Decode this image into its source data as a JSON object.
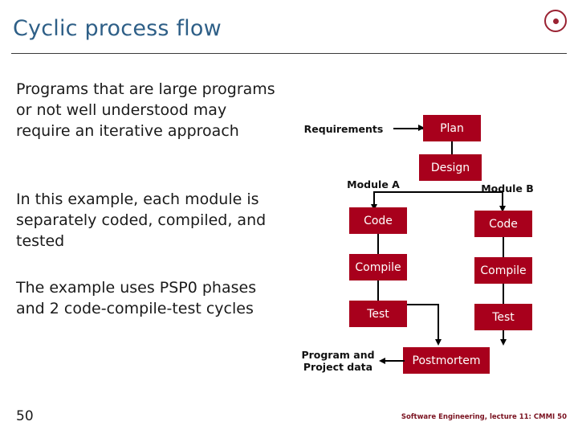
{
  "slide": {
    "title": "Cyclic process flow",
    "page_number": "50",
    "footer_note": "Software Engineering, lecture 11: CMMI  50",
    "logo_name": "target-circle-logo",
    "accent_color": "#a8001c",
    "title_color": "#2e5f87",
    "footer_color": "#7a1220"
  },
  "body": {
    "paragraphs": [
      "Programs that are large programs or not well understood may require an iterative approach",
      "In this example, each module is separately coded, compiled, and tested",
      "The example uses PSP0 phases and 2 code-compile-test cycles"
    ]
  },
  "diagram": {
    "labels": {
      "requirements": "Requirements",
      "module_a": "Module A",
      "module_b": "Module B",
      "program_project_data": "Program and\nProject data"
    },
    "boxes": {
      "plan": "Plan",
      "design": "Design",
      "code_a": "Code",
      "compile_a": "Compile",
      "test_a": "Test",
      "code_b": "Code",
      "compile_b": "Compile",
      "test_b": "Test",
      "postmortem": "Postmortem"
    }
  }
}
